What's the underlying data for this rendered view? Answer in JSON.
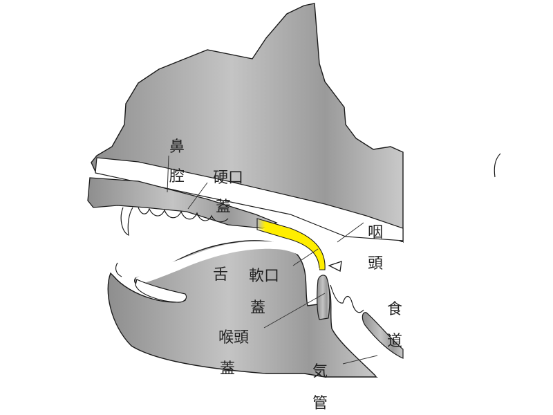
{
  "labels": {
    "nasal_cavity": [
      "鼻",
      "腔"
    ],
    "hard_palate": [
      "硬口",
      "蓋"
    ],
    "pharynx": [
      "咽",
      "頭"
    ],
    "tongue": "舌",
    "soft_palate": [
      "軟口",
      "蓋"
    ],
    "epiglottis": [
      "喉頭",
      "蓋"
    ],
    "esophagus": [
      "食",
      "道"
    ],
    "trachea": [
      "気",
      "管"
    ]
  },
  "colors": {
    "tissue": "#b9b9b9",
    "outline": "#1a1a1a",
    "highlight": "#ffee00",
    "cavity": "#ffffff",
    "leader_line": "#333333"
  },
  "highlighted_structure": "soft_palate"
}
